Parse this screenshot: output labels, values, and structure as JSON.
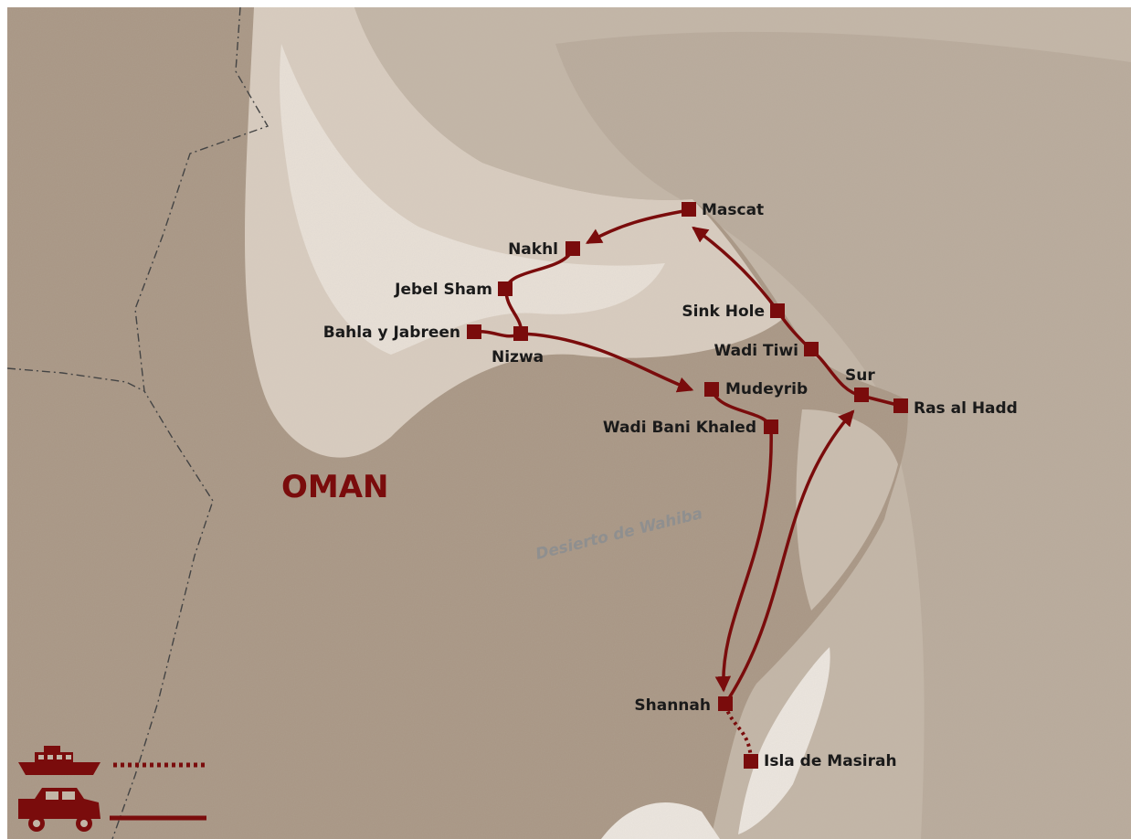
{
  "map": {
    "country": "OMAN",
    "region_label": "Desierto de Wahiba",
    "route_color": "#7a0c0c",
    "cities": {
      "mascat": "Mascat",
      "nakhl": "Nakhl",
      "jebel_sham": "Jebel Sham",
      "bahla": "Bahla y Jabreen",
      "nizwa": "Nizwa",
      "mudeyrib": "Mudeyrib",
      "wadi_bani_khaled": "Wadi Bani Khaled",
      "sink_hole": "Sink Hole",
      "wadi_tiwi": "Wadi Tiwi",
      "sur": "Sur",
      "ras_al_hadd": "Ras al Hadd",
      "shannah": "Shannah",
      "masirah": "Isla de Masirah"
    }
  },
  "legend": {
    "boat_icon": "boat-icon",
    "boat_line": "dotted",
    "car_icon": "jeep-icon",
    "car_line": "solid"
  }
}
